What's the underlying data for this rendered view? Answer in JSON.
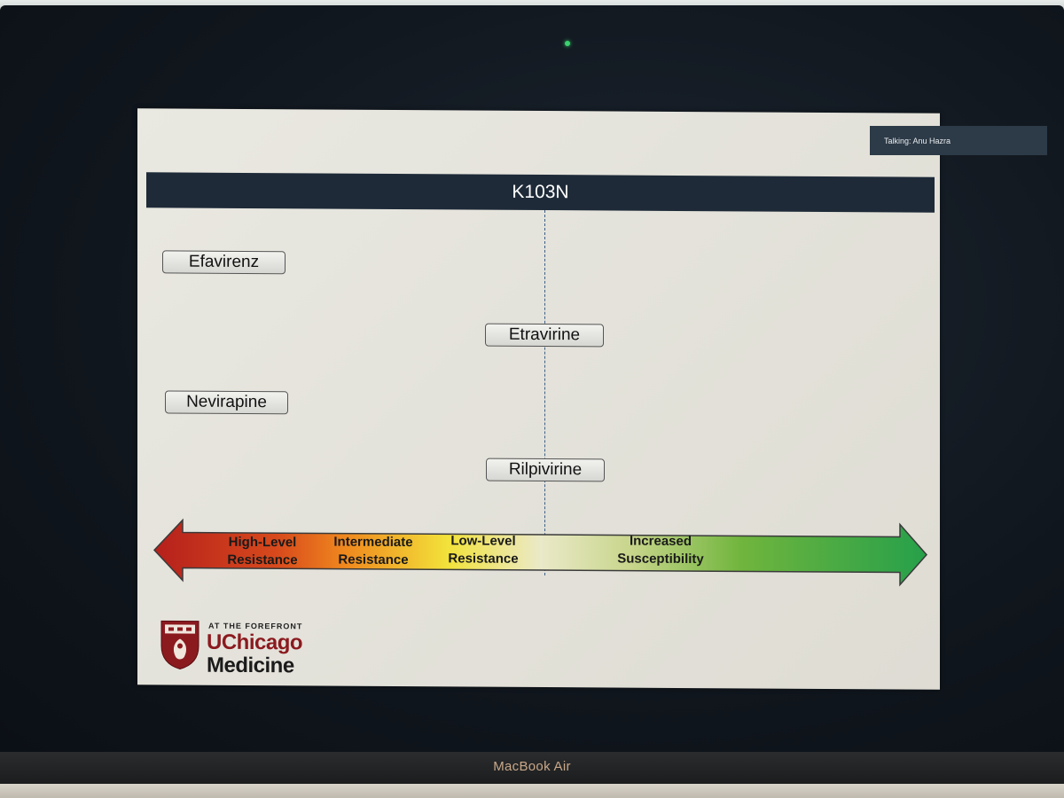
{
  "meeting": {
    "talking": "Talking: Anu Hazra"
  },
  "slide": {
    "title": "K103N",
    "drugs": [
      {
        "name": "Efavirenz"
      },
      {
        "name": "Etravirine"
      },
      {
        "name": "Nevirapine"
      },
      {
        "name": "Rilpivirine"
      }
    ],
    "scale": [
      {
        "line1": "High-Level",
        "line2": "Resistance"
      },
      {
        "line1": "Intermediate",
        "line2": "Resistance"
      },
      {
        "line1": "Low-Level",
        "line2": "Resistance"
      },
      {
        "line1": "Increased",
        "line2": "Susceptibility"
      }
    ],
    "logo": {
      "tagline": "AT THE FOREFRONT",
      "name1": "UChicago",
      "name2": "Medicine"
    }
  },
  "device": {
    "brand": "MacBook Air"
  },
  "colors": {
    "title_bar": "#1e2a38",
    "divider": "#3c5f86",
    "logo_red": "#8b1a1f"
  }
}
